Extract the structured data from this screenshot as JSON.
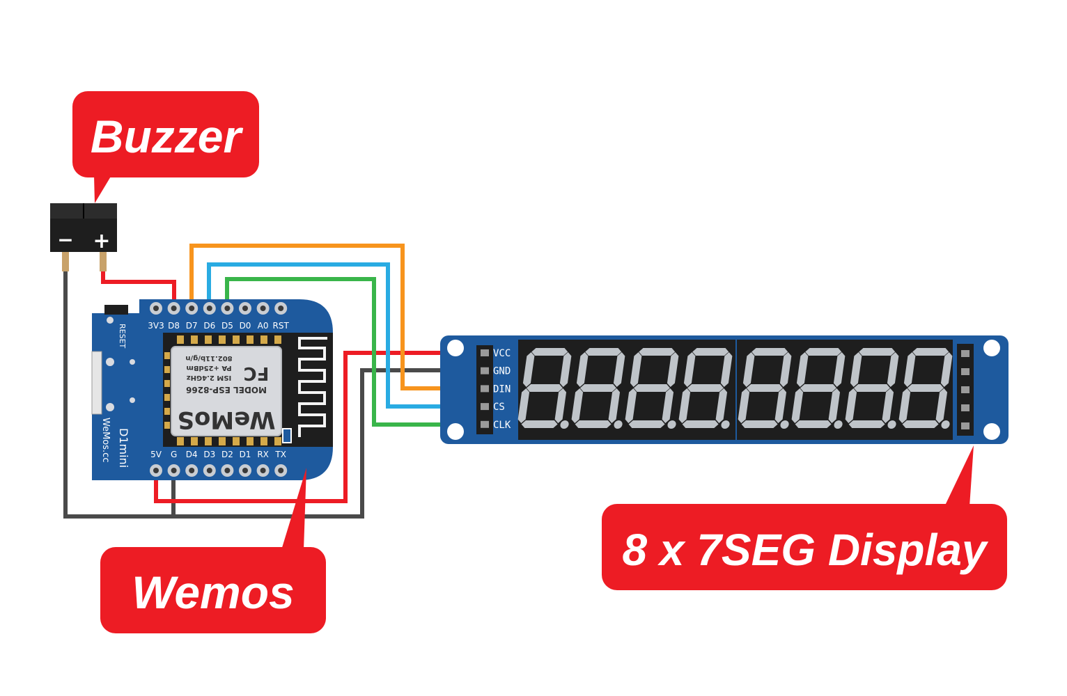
{
  "colors": {
    "callout": "#ed1c24",
    "board_blue": "#1e5a9e",
    "board_dark": "#1a3f73",
    "wire_red": "#ed1c24",
    "wire_black": "#4a4a4a",
    "wire_orange": "#f7941d",
    "wire_blue": "#29abe2",
    "wire_green": "#39b54a",
    "segment_off": "#bfc4c9",
    "display_bg": "#1e1e1e"
  },
  "callouts": {
    "buzzer": "Buzzer",
    "wemos": "Wemos",
    "display": "8 x 7SEG Display"
  },
  "buzzer": {
    "minus": "−",
    "plus": "+"
  },
  "wemos": {
    "top_pins": [
      "3V3",
      "D8",
      "D7",
      "D6",
      "D5",
      "D0",
      "A0",
      "RST"
    ],
    "bottom_pins": [
      "5V",
      "G",
      "D4",
      "D3",
      "D2",
      "D1",
      "RX",
      "TX"
    ],
    "reset_label": "RESET",
    "board_name": "D1mini",
    "site": "WeMos.cc",
    "module_lines": [
      "802.11b/g/n",
      "PA +25dBm",
      "ISM 2.4GHz",
      "MODEL ESP-8266"
    ],
    "module_fc": "FC",
    "module_logo": "WeMoS"
  },
  "display": {
    "pins": [
      "VCC",
      "GND",
      "DIN",
      "CS",
      "CLK"
    ],
    "digit_count": 8
  }
}
